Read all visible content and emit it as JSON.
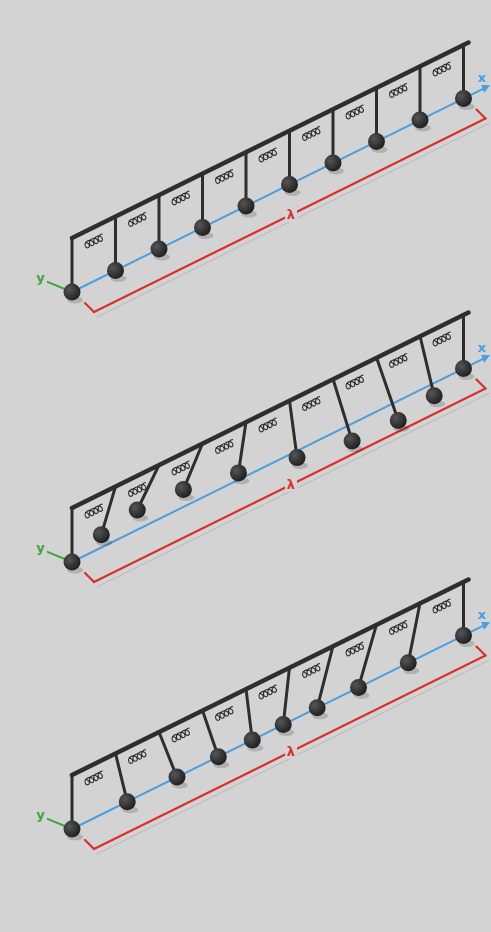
{
  "diagram": {
    "labels": [
      "y",
      "x",
      "λ",
      "y",
      "x",
      "λ",
      "y",
      "x",
      "λ"
    ]
  }
}
